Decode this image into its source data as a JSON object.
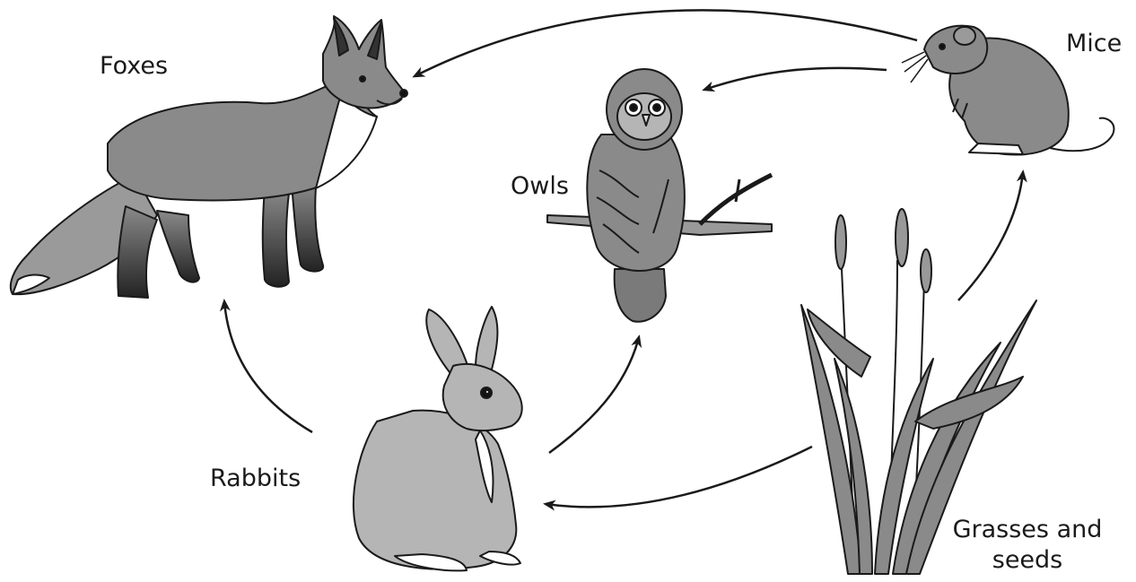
{
  "organisms": {
    "foxes": "Foxes",
    "owls": "Owls",
    "mice": "Mice",
    "rabbits": "Rabbits",
    "grasses_line1": "Grasses and",
    "grasses_line2": "seeds"
  },
  "links": [
    {
      "from": "Mice",
      "to": "Foxes"
    },
    {
      "from": "Mice",
      "to": "Owls"
    },
    {
      "from": "Grasses and seeds",
      "to": "Mice"
    },
    {
      "from": "Grasses and seeds",
      "to": "Rabbits"
    },
    {
      "from": "Rabbits",
      "to": "Owls"
    },
    {
      "from": "Rabbits",
      "to": "Foxes"
    }
  ],
  "colors": {
    "ink": "#1a1a1a",
    "fur": "#8a8a8a",
    "fur_light": "#b5b5b5",
    "fur_dark": "#555555"
  }
}
